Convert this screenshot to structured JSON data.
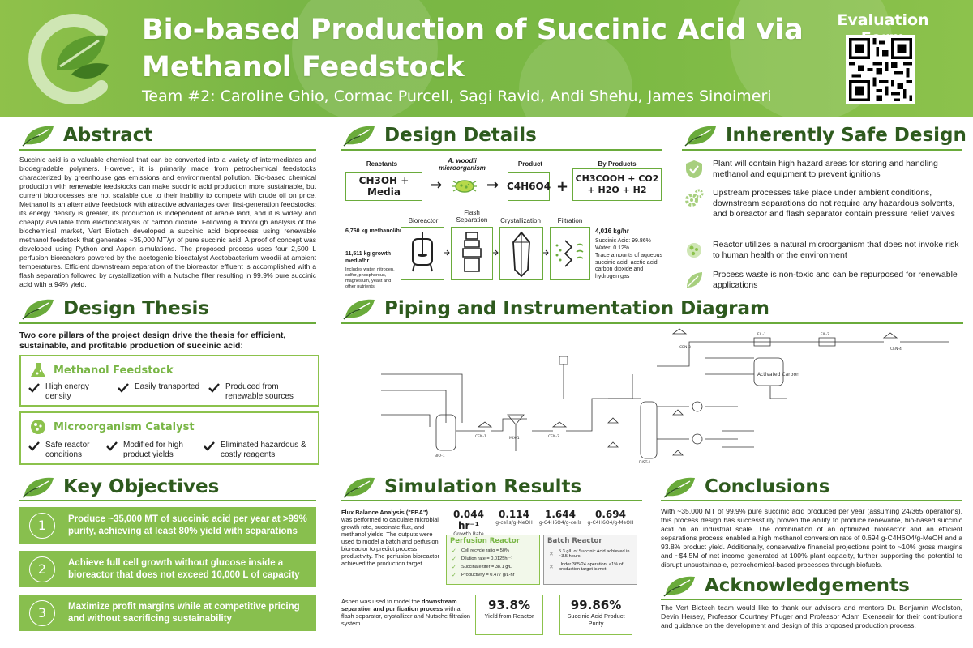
{
  "header": {
    "title": "Bio-based Production of Succinic Acid via Methanol Feedstock",
    "team": "Team #2: Caroline Ghio, Cormac Purcell, Sagi Ravid, Andi Shehu, James Sinoimeri",
    "eval_title": "Evaluation Form",
    "logo_icon": "leaf-logo-icon",
    "qr_icon": "qr-code-icon"
  },
  "abstract": {
    "heading": "Abstract",
    "body": "Succinic acid is a valuable chemical that can be converted into a variety of intermediates and biodegradable polymers. However, it is primarily made from petrochemical feedstocks characterized by greenhouse gas emissions and environmental pollution. Bio-based chemical production with renewable feedstocks can make succinic acid production more sustainable, but current bioprocesses are not scalable due to their inability to compete with crude oil on price. Methanol is an alternative feedstock with attractive advantages over first-generation feedstocks: its energy density is greater, its production is independent of arable land, and it is widely and cheaply available from electrocatalysis of carbon dioxide. Following a thorough analysis of the biochemical market, Vert Biotech developed a succinic acid bioprocess using renewable methanol feedstock that generates ~35,000 MT/yr of pure succinic acid. A proof of concept was developed using Python and Aspen simulations. The proposed process uses four 2,500 L perfusion bioreactors powered by the acetogenic biocatalyst Acetobacterium woodii at ambient temperatures. Efficient downstream separation of the bioreactor effluent is accomplished with a flash separation followed by crystallization with a Nutsche filter resulting in 99.9% pure succinic acid with a 94% yield."
  },
  "design_details": {
    "heading": "Design Details",
    "reactants_label": "Reactants",
    "organism_label": "A. woodii microorganism",
    "product_label": "Product",
    "byproducts_label": "By Products",
    "reactants": "CH3OH + Media",
    "product": "C4H6O4",
    "byproducts": "CH3COOH + CO2 + H2O + H2",
    "arrow": "→",
    "plus": "+",
    "units": [
      "Bioreactor",
      "Flash Separation",
      "Crystallization",
      "Filtration"
    ],
    "left_notes": [
      "6,760 kg methanol/hr",
      "11,511 kg growth media/hr",
      "Includes water, nitrogen, sulfur, phosphorous, magnesium, yeast and other nutrients"
    ],
    "right_notes": [
      "4,016 kg/hr",
      "Succinic Acid: 99.86%",
      "Water: 0.12%",
      "Trace amounts of aqueous succinic acid, acetic acid, carbon dioxide and hydrogen gas"
    ]
  },
  "safe_design": {
    "heading": "Inherently Safe Design",
    "items": [
      {
        "icon": "shield-check-icon",
        "text": "Plant will contain high hazard areas for storing and handling methanol and equipment to prevent ignitions"
      },
      {
        "icon": "gears-icon",
        "text": "Upstream processes take place under ambient conditions, downstream separations do not require any hazardous solvents, and bioreactor and flash separator contain pressure relief valves"
      },
      {
        "icon": "microorganism-icon",
        "text": "Reactor utilizes a natural microorganism that does not invoke risk to human health or the environment"
      },
      {
        "icon": "leaf-icon",
        "text": "Process waste is non-toxic and can be repurposed for renewable applications"
      }
    ]
  },
  "thesis": {
    "heading": "Design Thesis",
    "intro": "Two core pillars of the project design drive the thesis for efficient, sustainable, and profitable production of succinic acid:",
    "pillars": [
      {
        "title": "Methanol Feedstock",
        "icon": "flask-icon",
        "points": [
          "High energy density",
          "Easily transported",
          "Produced from renewable sources"
        ]
      },
      {
        "title": "Microorganism Catalyst",
        "icon": "microbe-cluster-icon",
        "points": [
          "Safe reactor conditions",
          "Modified for high product yields",
          "Eliminated hazardous & costly reagents"
        ]
      }
    ]
  },
  "objectives": {
    "heading": "Key Objectives",
    "items": [
      {
        "num": "1",
        "text": "Produce ~35,000 MT of succinic acid per year at >99% purity, achieving at least 80% yield with separations"
      },
      {
        "num": "2",
        "text": "Achieve full cell growth without glucose inside a bioreactor that does not exceed 10,000 L of capacity"
      },
      {
        "num": "3",
        "text": "Maximize profit margins while at competitive pricing and without sacrificing sustainability"
      }
    ]
  },
  "pid": {
    "heading": "Piping and Instrumentation Diagram",
    "tags": [
      "BIO-1",
      "MIX-1",
      "CEN-1",
      "CEN-2",
      "DIST-1",
      "CEN-3",
      "CEN-4",
      "FIL-1",
      "FIL-2",
      "Activated Carbon"
    ]
  },
  "simulation": {
    "heading": "Simulation Results",
    "fba_lead": "Flux Balance Analysis (\"FBA\")",
    "fba_text": " was performed to calculate microbial growth rate, succinate flux, and methanol yields. The outputs were used to model a batch and perfusion bioreactor to predict process productivity. The perfusion bioreactor achieved the production target.",
    "aspen_a": "Aspen was used to model the ",
    "aspen_bold": "downstream separation and purification process",
    "aspen_b": " with a flash separator, crystallizer and Nutsche filtration system.",
    "metrics": [
      {
        "value": "0.044 hr⁻¹",
        "label": "Growth Rate"
      },
      {
        "value": "0.114",
        "label": "g-cells/g-MeOH"
      },
      {
        "value": "1.644",
        "label": "g-C4H6O4/g-cells"
      },
      {
        "value": "0.694",
        "label": "g-C4H6O4/g-MeOH"
      }
    ],
    "perfusion": {
      "title": "Perfusion Reactor",
      "rows": [
        "Cell recycle ratio = 50%",
        "Dilution rate = 0.0125hr⁻¹",
        "Succinate titer = 38.1 g/L",
        "Productivity = 0.477 g/L-hr"
      ]
    },
    "batch": {
      "title": "Batch Reactor",
      "rows": [
        "5.3 g/L of Succinic Acid achieved in ~3.5 hours",
        "Under 365/24 operation, <1% of production target is met"
      ]
    },
    "stats": [
      {
        "value": "93.8%",
        "label": "Yield from Reactor"
      },
      {
        "value": "99.86%",
        "label": "Succinic Acid Product Purity"
      }
    ],
    "colors": {
      "accent": "#8cc24c",
      "check": "#79b646",
      "cross": "#888888"
    }
  },
  "conclusions": {
    "heading": "Conclusions",
    "body": "With ~35,000 MT of 99.9% pure succinic acid produced per year (assuming 24/365 operations), this process design has successfully proven the ability to produce renewable, bio-based succinic acid on an industrial scale. The combination of an optimized bioreactor and an efficient separations process enabled a high methanol conversion rate of 0.694 g-C4H6O4/g-MeOH and a 93.8% product yield. Additionally, conservative financial projections point to ~10% gross margins and ~$4.5M of net income generated at 100% plant capacity, further supporting the potential to disrupt unsustainable, petrochemical-based processes through biofuels."
  },
  "acknowledgements": {
    "heading": "Acknowledgements",
    "body": "The Vert Biotech team would like to thank our advisors and mentors Dr. Benjamin Woolston, Devin Hersey, Professor Courtney Pfluger and Professor Adam Ekenseair for their contributions and guidance on the development and design of this proposed production process."
  },
  "palette": {
    "brand": "#79b646",
    "dark_green": "#2e5a1e",
    "light_green": "#8cc24c"
  }
}
